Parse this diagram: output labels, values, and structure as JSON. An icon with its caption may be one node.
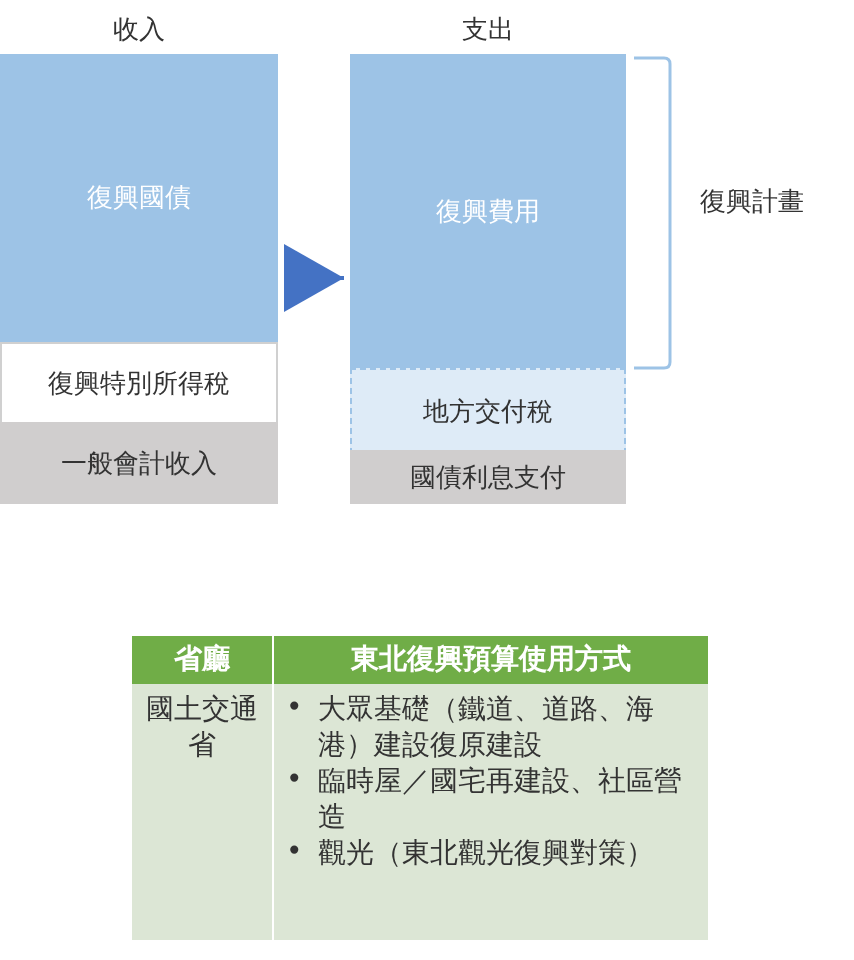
{
  "diagram": {
    "nodes": [
      {
        "text": [
          "收入"
        ]
      },
      {
        "text": [
          "復興國債"
        ],
        "in": 0
      },
      {
        "text": [
          "復興特別所得稅"
        ],
        "in": 0
      },
      {
        "text": [
          "一般會計收入"
        ],
        "in": 0
      },
      {
        "text": [
          "支出"
        ]
      },
      {
        "text": [
          "復興費用"
        ],
        "in": 4
      },
      {
        "text": [
          "地方交付稅"
        ],
        "in": 4
      },
      {
        "text": [
          "國債利息支付"
        ],
        "in": 4
      }
    ],
    "edges": [
      {
        "from": 0,
        "to": 4,
        "arrow": "to"
      }
    ],
    "labels": [
      "復興計畫",
      "省廳",
      "東北復興預算使用方式",
      "國土交通省",
      "•",
      "大眾基礎（鐵道、道路、海港）建設復原建設",
      "•",
      "臨時屋／國宅再建設、社區營造",
      "•",
      "觀光（東北觀光復興對策）"
    ]
  }
}
